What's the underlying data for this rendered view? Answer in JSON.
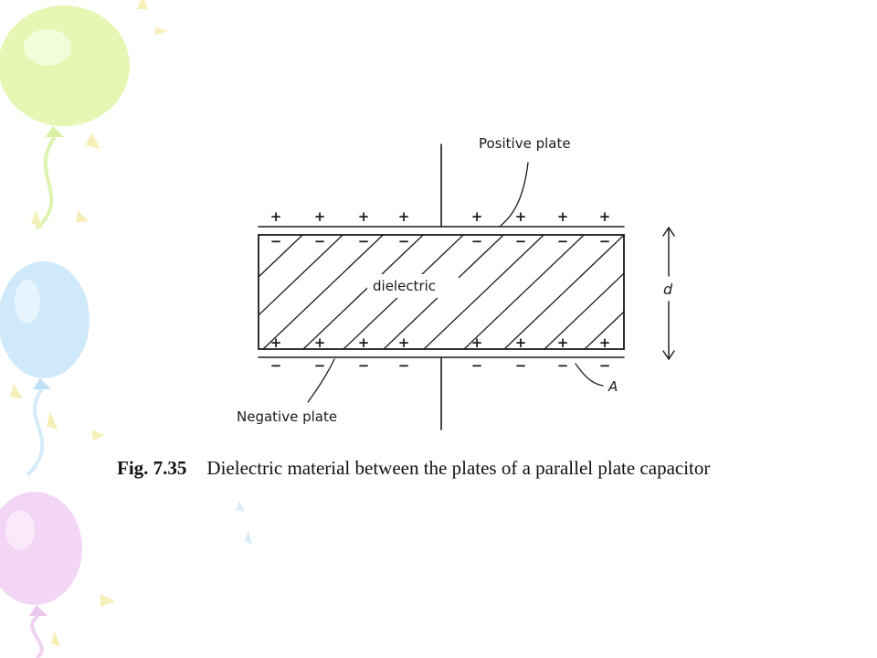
{
  "diagram": {
    "labels": {
      "positive_plate": "Positive plate",
      "negative_plate": "Negative plate",
      "dielectric": "dielectric",
      "distance": "d",
      "area": "A"
    },
    "plate_charges": {
      "top_plate_sign": "+",
      "top_dielectric_sign": "−",
      "bottom_dielectric_sign": "+",
      "bottom_plate_sign": "−"
    }
  },
  "caption": {
    "figure_number": "Fig. 7.35",
    "text": "Dielectric material between the plates of a parallel plate capacitor"
  },
  "colors": {
    "ink": "#1a1a1a",
    "balloon_green": "#e6f7b3",
    "balloon_blue": "#cfe9fb",
    "balloon_pink": "#f3d6f5",
    "sparkle_yellow": "#f6f0b8"
  }
}
